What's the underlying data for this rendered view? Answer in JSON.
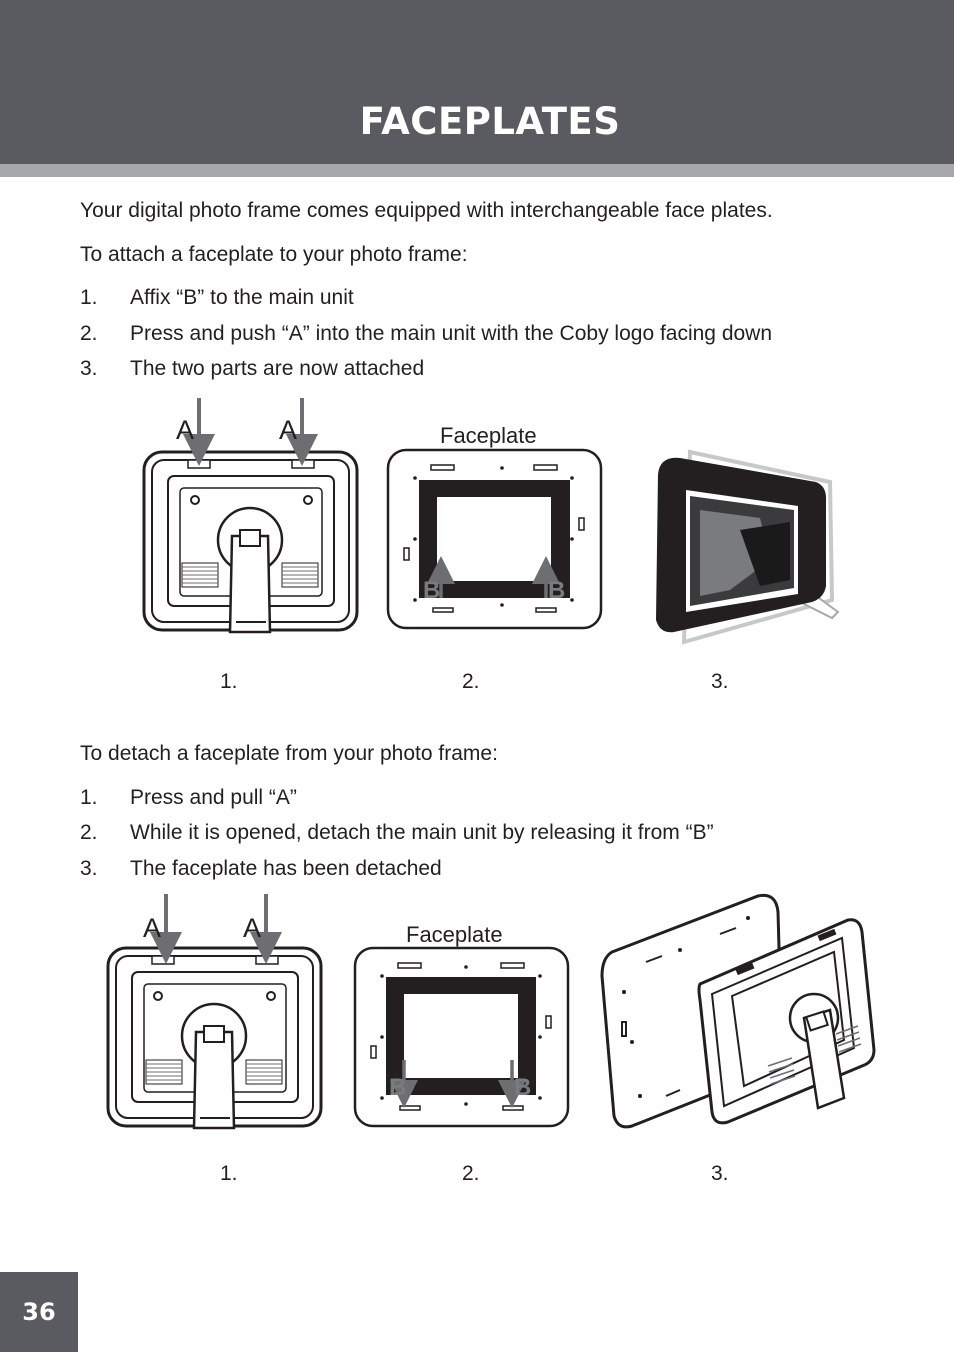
{
  "header": {
    "title": "FACEPLATES",
    "bar_color": "#595b60",
    "stripe_color": "#a7a8aa"
  },
  "intro": "Your digital photo frame comes equipped with interchangeable face plates.",
  "attach": {
    "heading": "To attach a faceplate to your photo frame:",
    "steps": [
      {
        "num": "1.",
        "text": "Affix “B” to the main unit"
      },
      {
        "num": "2.",
        "text": "Press and push “A” into the main unit with the Coby logo facing down"
      },
      {
        "num": "3.",
        "text": "The two parts are now attached"
      }
    ],
    "figure": {
      "label_a": "A",
      "label_b": "B",
      "faceplate_label": "Faceplate",
      "captions": [
        "1.",
        "2.",
        "3."
      ]
    }
  },
  "detach": {
    "heading": "To detach a faceplate from your photo frame:",
    "steps": [
      {
        "num": "1.",
        "text": "Press and pull “A”"
      },
      {
        "num": "2.",
        "text": "While it is opened, detach the main unit by releasing it from “B”"
      },
      {
        "num": "3.",
        "text": "The faceplate has been detached"
      }
    ],
    "figure": {
      "label_a": "A",
      "label_b": "B",
      "faceplate_label": "Faceplate",
      "captions": [
        "1.",
        "2.",
        "3."
      ]
    }
  },
  "footer": {
    "page_number": "36"
  }
}
